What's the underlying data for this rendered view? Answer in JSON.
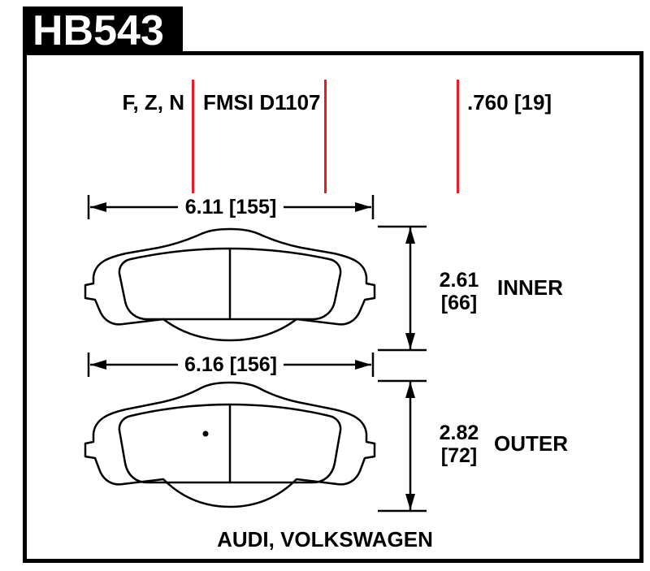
{
  "header": {
    "part_number": "HB543"
  },
  "specs": {
    "compounds": "F, Z, N",
    "fmsi": "FMSI D1107",
    "pad_thickness": ".760 [19]"
  },
  "dims": {
    "inner_width": "6.11 [155]",
    "inner_height_in": "2.61",
    "inner_height_mm": "[66]",
    "outer_width": "6.16 [156]",
    "outer_height_in": "2.82",
    "outer_height_mm": "[72]"
  },
  "labels": {
    "inner": "INNER",
    "outer": "OUTER"
  },
  "footer": {
    "applications": "AUDI, VOLKSWAGEN"
  },
  "colors": {
    "accent_red": "#ed1c24",
    "frame_black": "#000000",
    "background": "#ffffff"
  }
}
